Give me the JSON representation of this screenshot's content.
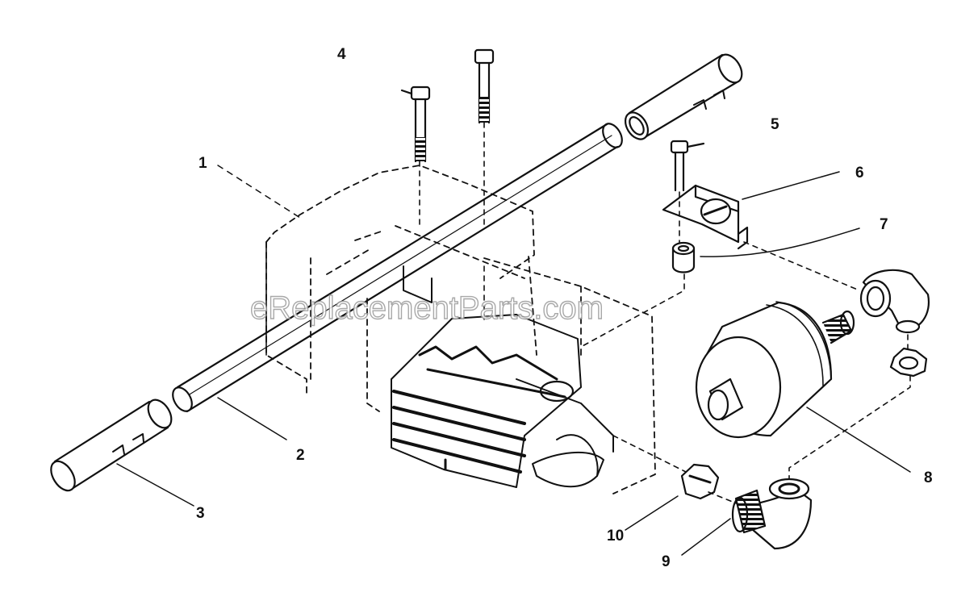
{
  "diagram": {
    "part_labels": [
      "1",
      "2",
      "3",
      "4",
      "5",
      "6",
      "7",
      "8",
      "9",
      "10"
    ],
    "watermark": "eReplacementParts.com",
    "ink_color": "#111111",
    "background_color": "#ffffff"
  }
}
